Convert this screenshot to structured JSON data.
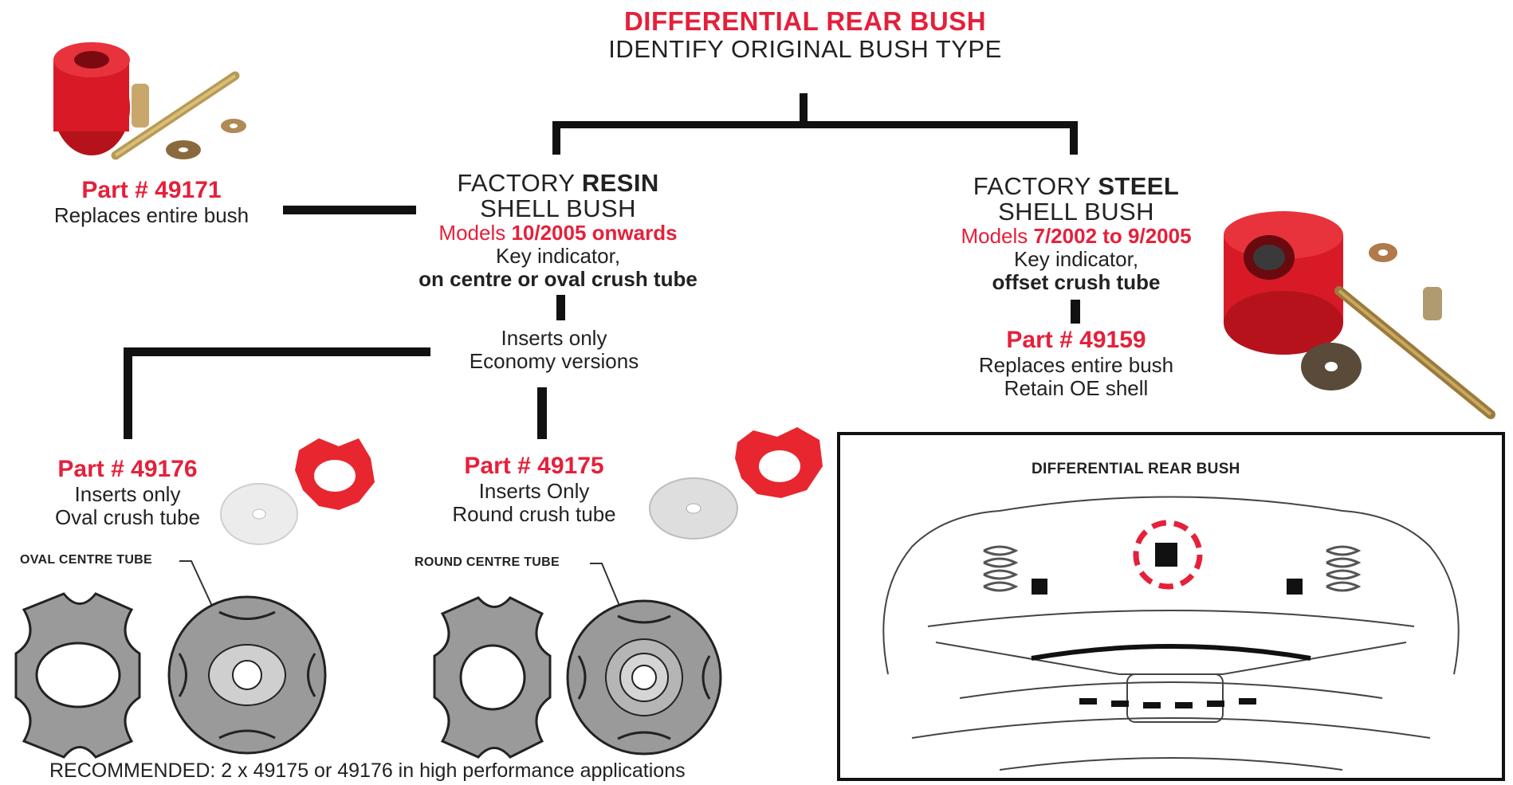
{
  "header": {
    "title": "DIFFERENTIAL REAR BUSH",
    "subtitle": "IDENTIFY ORIGINAL BUSH TYPE"
  },
  "resin": {
    "line1_prefix": "FACTORY ",
    "line1_bold": "RESIN",
    "line2": "SHELL BUSH",
    "models_prefix": "Models ",
    "models_bold": "10/2005 onwards",
    "key_indicator": "Key indicator,",
    "key_detail": "on centre or oval crush tube",
    "inserts_line1": "Inserts only",
    "inserts_line2": "Economy versions"
  },
  "steel": {
    "line1_prefix": "FACTORY ",
    "line1_bold": "STEEL",
    "line2": "SHELL BUSH",
    "models_prefix": "Models ",
    "models_bold": "7/2002 to 9/2005",
    "key_indicator": "Key indicator,",
    "key_detail": "offset crush tube"
  },
  "parts": {
    "p49171": {
      "number": "Part # 49171",
      "desc1": "Replaces entire bush"
    },
    "p49159": {
      "number": "Part # 49159",
      "desc1": "Replaces entire bush",
      "desc2": "Retain OE shell"
    },
    "p49176": {
      "number": "Part # 49176",
      "desc1": "Inserts only",
      "desc2": "Oval crush tube"
    },
    "p49175": {
      "number": "Part # 49175",
      "desc1": "Inserts Only",
      "desc2": "Round crush tube"
    }
  },
  "callouts": {
    "oval": "OVAL CENTRE TUBE",
    "round": "ROUND CENTRE TUBE"
  },
  "inset": {
    "title": "DIFFERENTIAL REAR BUSH"
  },
  "footer": "RECOMMENDED: 2 x 49175 or 49176 in high performance applications",
  "colors": {
    "accent": "#e5203a",
    "bush_red": "#d81a26",
    "insert_gray": "#9a9a9a"
  }
}
